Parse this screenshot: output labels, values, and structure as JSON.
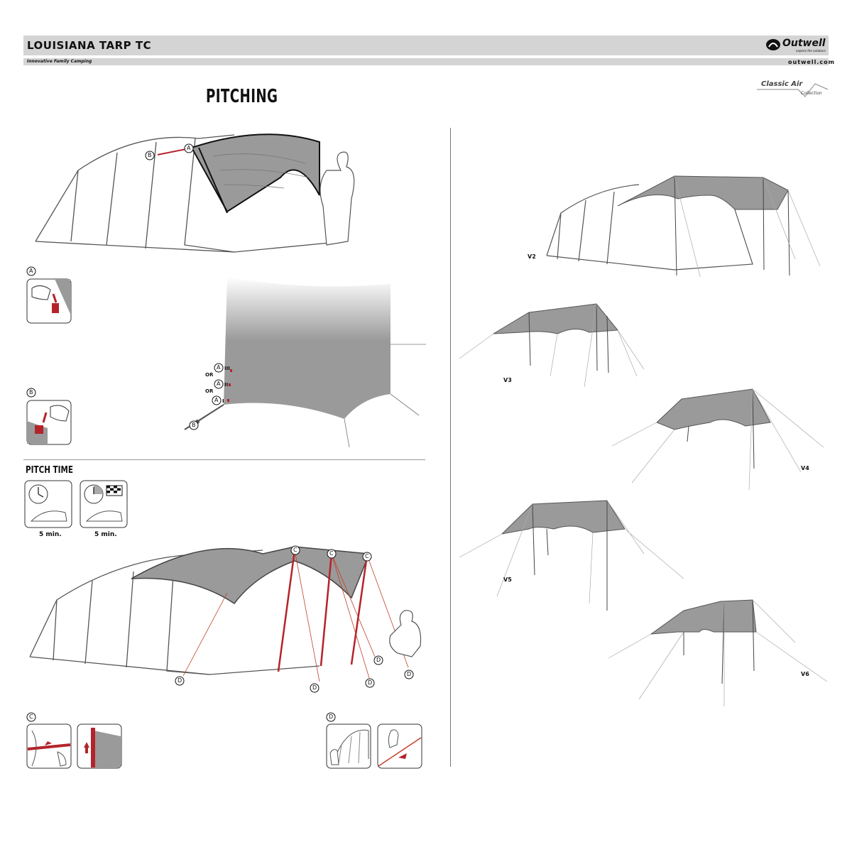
{
  "header": {
    "product_title": "LOUISIANA TARP TC",
    "tagline": "Innovative Family Camping",
    "brand": "Outwell",
    "brand_tagline": "explore the outdoors",
    "website": "outwell.com"
  },
  "collection_badge": {
    "line1": "Classic Air",
    "line2": "Collection"
  },
  "section_title": "PITCHING",
  "callouts": {
    "a": "A",
    "b": "B",
    "c": "C",
    "d": "D"
  },
  "attachment_options": {
    "opt1": "III",
    "opt2": "II",
    "opt3": "I",
    "or": "OR"
  },
  "pitch_time": {
    "title": "PITCH TIME",
    "items": [
      {
        "label": "5 min.",
        "icon": "clock-icon"
      },
      {
        "label": "5 min.",
        "icon": "clock-finish-flag-icon"
      }
    ]
  },
  "variants": [
    "V2",
    "V3",
    "V4",
    "V5",
    "V6"
  ],
  "colors": {
    "tarp_grey": "#9a9a9a",
    "accent_red": "#b5232a",
    "header_grey": "#d4d4d4",
    "line_grey": "#555555"
  }
}
